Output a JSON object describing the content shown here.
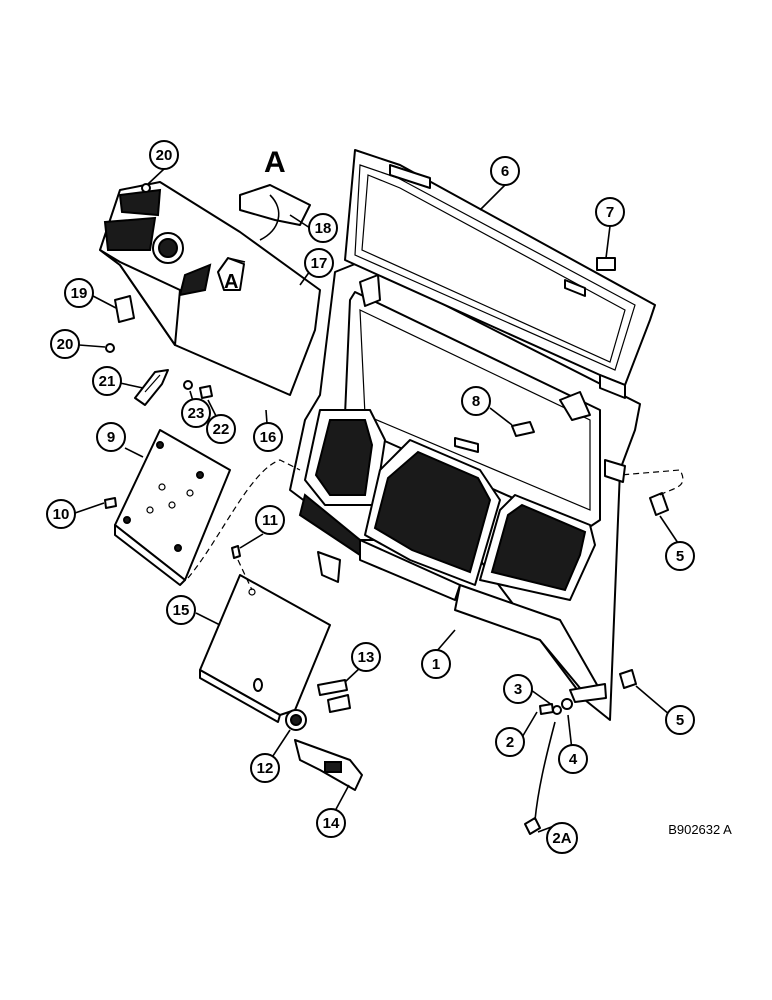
{
  "callouts": {
    "c1": "1",
    "c2": "2",
    "c2a": "2A",
    "c3": "3",
    "c4": "4",
    "c5a": "5",
    "c5b": "5",
    "c6": "6",
    "c7": "7",
    "c8": "8",
    "c9": "9",
    "c10": "10",
    "c11": "11",
    "c12": "12",
    "c13": "13",
    "c14": "14",
    "c15": "15",
    "c16": "16",
    "c17": "17",
    "c18": "18",
    "c19": "19",
    "c20a": "20",
    "c20b": "20",
    "c21": "21",
    "c22": "22",
    "c23": "23"
  },
  "labels": {
    "detail_a_top": "A",
    "detail_a_box": "A"
  },
  "reference_code": "B902632 A"
}
